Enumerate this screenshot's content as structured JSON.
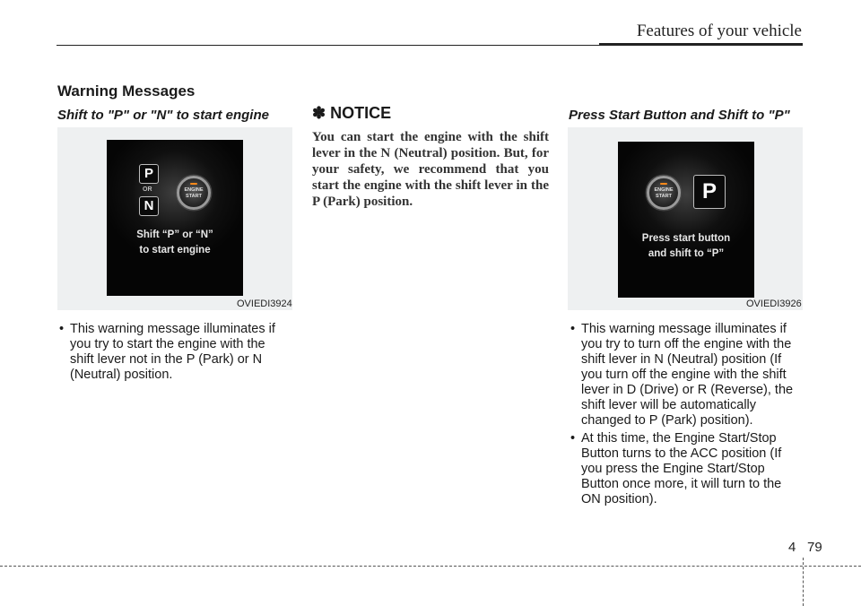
{
  "header": {
    "chapter_title": "Features of your vehicle"
  },
  "section": {
    "heading": "Warning Messages"
  },
  "left_column": {
    "subheading": "Shift to \"P\" or \"N\" to start engine",
    "figure": {
      "gear_top": "P",
      "or_label": "OR",
      "gear_bottom": "N",
      "button_line1": "ENGINE",
      "button_line2": "START",
      "message_line1": "Shift “P” or “N”",
      "message_line2": "to start engine",
      "code": "OVIEDI3924"
    },
    "bullets": [
      "This warning message illuminates if you try to start the engine with the shift lever not in the P (Park) or N (Neutral) position."
    ]
  },
  "notice": {
    "heading": "✽ NOTICE",
    "body": "You can start the engine with the shift lever in the N (Neutral) position. But, for your safety, we recommend that you start the engine with the shift lever in the P (Park) position."
  },
  "right_column": {
    "subheading": "Press Start Button and Shift to \"P\"",
    "figure": {
      "button_line1": "ENGINE",
      "button_line2": "START",
      "gear": "P",
      "message_line1": "Press start button",
      "message_line2": "and shift to “P”",
      "code": "OVIEDI3926"
    },
    "bullets": [
      "This warning message illuminates if you try to turn off the engine with the shift lever in N (Neutral) position (If you turn off the engine with the shift lever in D (Drive) or R (Reverse), the shift lever will be automatically changed to P (Park) position).",
      "At this time, the Engine Start/Stop Button turns to the ACC position (If you press the Engine Start/Stop Button once more, it will turn to the ON position)."
    ]
  },
  "footer": {
    "chapter": "4",
    "page": "79"
  }
}
